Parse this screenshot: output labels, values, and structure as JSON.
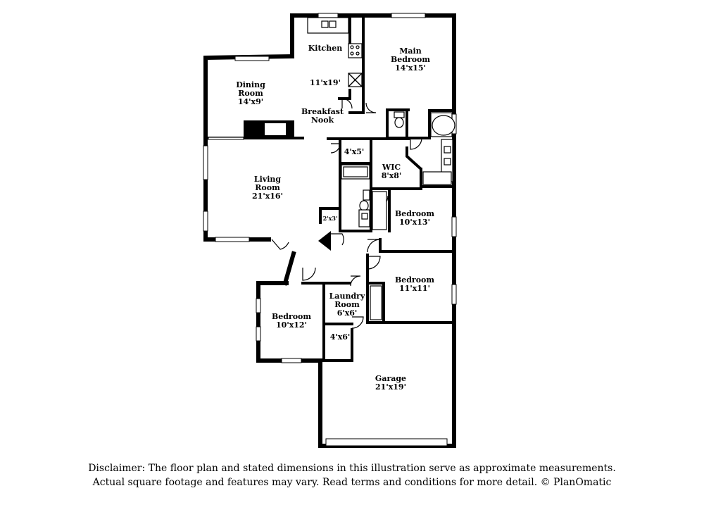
{
  "rooms": {
    "kitchen": {
      "name": "Kitchen",
      "size": "11'x19'"
    },
    "main_bedroom": {
      "name_line1": "Main",
      "name_line2": "Bedroom",
      "size": "14'x15'"
    },
    "dining": {
      "name_line1": "Dining",
      "name_line2": "Room",
      "size": "14'x9'"
    },
    "breakfast": {
      "name_line1": "Breakfast",
      "name_line2": "Nook"
    },
    "closet_4x5": {
      "size": "4'x5'"
    },
    "wic": {
      "name": "WIC",
      "size": "8'x8'"
    },
    "living": {
      "name_line1": "Living",
      "name_line2": "Room",
      "size": "21'x16'"
    },
    "closet_2x3": {
      "size": "2'x3'"
    },
    "bedroom_2": {
      "name": "Bedroom",
      "size": "10'x13'"
    },
    "bedroom_3": {
      "name": "Bedroom",
      "size": "11'x11'"
    },
    "laundry": {
      "name_line1": "Laundry",
      "name_line2": "Room",
      "size": "6'x6'"
    },
    "bedroom_4": {
      "name": "Bedroom",
      "size": "10'x12'"
    },
    "closet_4x6": {
      "size": "4'x6'"
    },
    "garage": {
      "name": "Garage",
      "size": "21'x19'"
    }
  },
  "disclaimer": {
    "line1": "Disclaimer: The floor plan and stated dimensions in this illustration serve as approximate measurements.",
    "line2": "Actual square footage and features may vary. Read terms and conditions for more detail. © PlanOmatic"
  }
}
